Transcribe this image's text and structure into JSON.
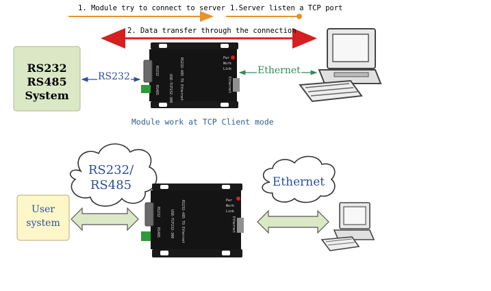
{
  "top": {
    "connect_label": "1. Module try to connect to server",
    "listen_label": "1.Server listen a TCP port",
    "transfer_label": "2. Data transfer through the connection",
    "system_box": [
      "RS232",
      "RS485",
      "System"
    ],
    "rs232_label": "RS232",
    "ethernet_label": "Ethernet",
    "mode_caption": "Module work at TCP Client mode",
    "colors": {
      "connect_arrow": "#e8912f",
      "transfer_arrow": "#d42020",
      "box_fill": "#dbe8c6",
      "caption": "#2f5f8f",
      "ethernet": "#2e8b57"
    }
  },
  "bottom": {
    "cloud_left": [
      "RS232/",
      "RS485"
    ],
    "cloud_right": "Ethernet",
    "user_box": [
      "User",
      "system"
    ],
    "colors": {
      "box_fill": "#fdf6c8",
      "box_text": "#3050a0",
      "arrow_fill": "#dbe8c6"
    }
  },
  "device": {
    "model": "USR-TCP232-300",
    "subtitle": "RS232-485 TO Ethernet",
    "port_label": "RS232",
    "terminal_label": "RS485",
    "led_labels": [
      "Pwr",
      "Work",
      "Link"
    ],
    "rj45_label": "Ethernet"
  }
}
